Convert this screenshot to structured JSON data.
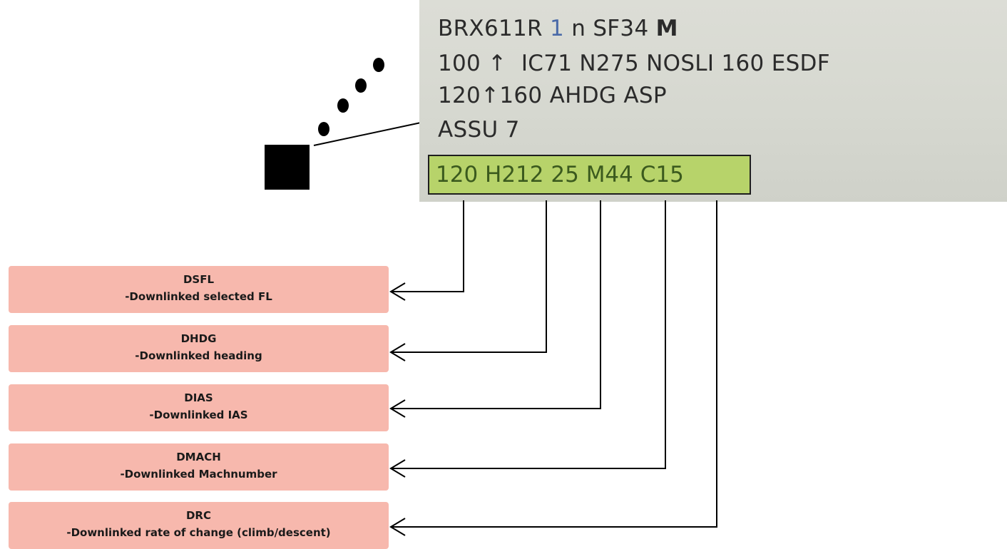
{
  "label": {
    "line1": {
      "callsign": "BRX611R",
      "sector": "1",
      "flag": "n",
      "type": "SF34",
      "wtc": "M"
    },
    "line2": {
      "cfl": "100",
      "arrow": "↑",
      "rest": "IC71 N275 NOSLI 160 ESDF"
    },
    "line3": {
      "afl": "120",
      "arrow": "↑",
      "rest": "160 AHDG ASP"
    },
    "line4": {
      "text": "ASSU 7"
    },
    "downlink": {
      "dsfl": "120",
      "dhdg": "H212",
      "dias": "25",
      "dmach": "M44",
      "drc": "C15"
    }
  },
  "callouts": [
    {
      "name": "DSFL",
      "desc": "-Downlinked selected FL"
    },
    {
      "name": "DHDG",
      "desc": "-Downlinked heading"
    },
    {
      "name": "DIAS",
      "desc": "-Downlinked IAS"
    },
    {
      "name": "DMACH",
      "desc": "-Downlinked Machnumber"
    },
    {
      "name": "DRC",
      "desc": "-Downlinked rate of change (climb/descent)"
    }
  ],
  "colors": {
    "callout_fill": "#f7b8ad",
    "downlink_highlight": "#b7d36a",
    "label_background": "#d8d9d2",
    "aircraft_symbol": "#000000"
  }
}
